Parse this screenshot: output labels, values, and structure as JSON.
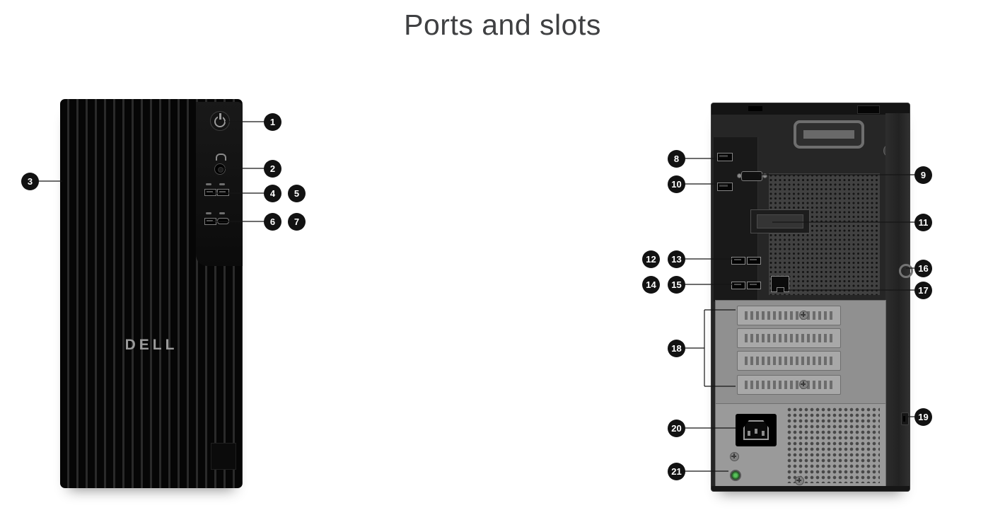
{
  "page": {
    "title": "Ports and slots"
  },
  "front_view": {
    "brand_logo": "DELL"
  },
  "callouts": [
    "1",
    "2",
    "3",
    "4",
    "5",
    "6",
    "7",
    "8",
    "9",
    "10",
    "11",
    "12",
    "13",
    "14",
    "15",
    "16",
    "17",
    "18",
    "19",
    "20",
    "21"
  ],
  "colors": {
    "badge_bg": "#121212",
    "badge_text": "#ffffff",
    "title_text": "#3f4042"
  }
}
